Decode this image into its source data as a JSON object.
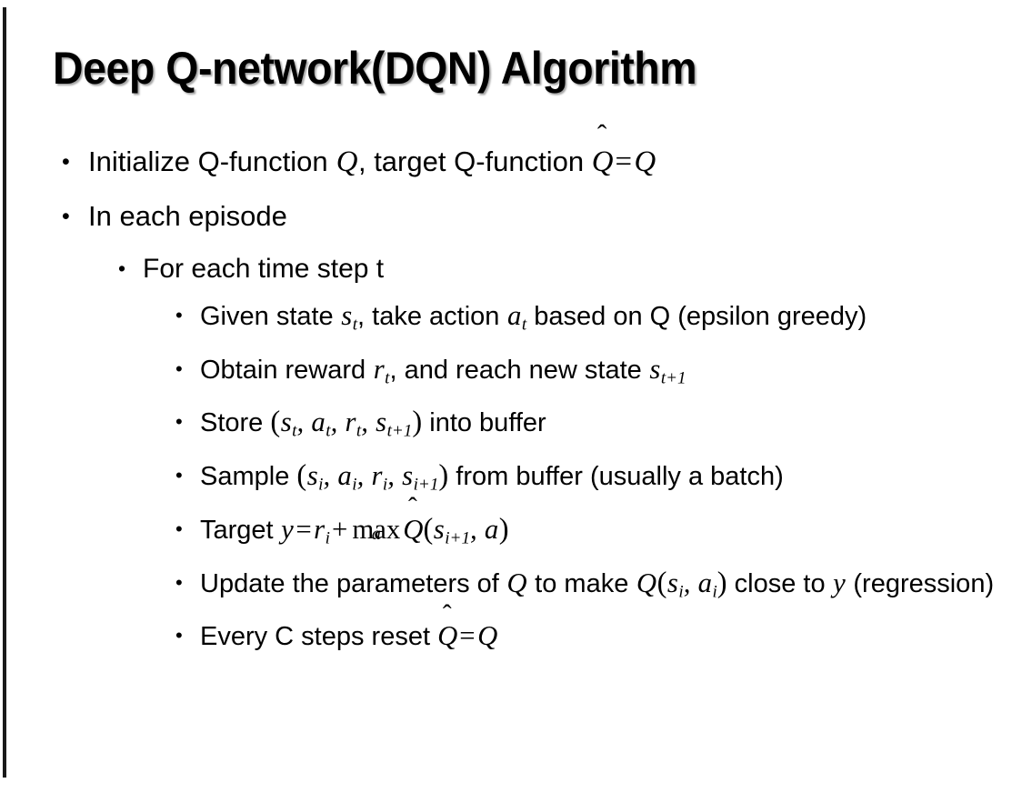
{
  "slide": {
    "title": "Deep Q-network(DQN) Algorithm",
    "bullet_glyph": "•",
    "text_color": "#000000",
    "background_color": "#ffffff",
    "accent_rule_color": "#1a1a1a"
  },
  "content": {
    "b1": {
      "level": 1,
      "plain": "Initialize Q-function Q, target Q-function Q̂ = Q",
      "t1": "Initialize Q-function ",
      "m1": "Q",
      "t2": ", target Q-function ",
      "m2": "Q",
      "hat": "̂",
      "op": "=",
      "m3": "Q"
    },
    "b2": {
      "level": 1,
      "plain": "In each episode",
      "t1": "In each episode"
    },
    "b3": {
      "level": 2,
      "plain": "For each time step t",
      "t1": "For each time step t"
    },
    "b4": {
      "level": 3,
      "plain": "Given state s_t, take action a_t based on Q (epsilon greedy)",
      "t1": "Given state ",
      "m1": "s",
      "s1": "t",
      "t2": ", take action ",
      "m2": "a",
      "s2": "t",
      "t3": " based on Q (epsilon greedy)"
    },
    "b5": {
      "level": 3,
      "plain": "Obtain reward r_t, and reach new state s_{t+1}",
      "t1": "Obtain reward ",
      "m1": "r",
      "s1": "t",
      "t2": ", and reach new state ",
      "m2": "s",
      "s2": "t+1"
    },
    "b6": {
      "level": 3,
      "plain": "Store (s_t, a_t, r_t, s_{t+1}) into buffer",
      "t1": "Store ",
      "lp": "(",
      "m1": "s",
      "s1": "t",
      "c1": ", ",
      "m2": "a",
      "s2": "t",
      "c2": ", ",
      "m3": "r",
      "s3": "t",
      "c3": ", ",
      "m4": "s",
      "s4": "t+1",
      "rp": ")",
      "t2": " into buffer"
    },
    "b7": {
      "level": 3,
      "plain": "Sample (s_i, a_i, r_i, s_{i+1}) from buffer (usually a batch)",
      "t1": "Sample ",
      "lp": "(",
      "m1": "s",
      "s1": "i",
      "c1": ", ",
      "m2": "a",
      "s2": "i",
      "c2": ", ",
      "m3": "r",
      "s3": "i",
      "c3": ", ",
      "m4": "s",
      "s4": "i+1",
      "rp": ")",
      "t2": " from buffer (usually a batch)"
    },
    "b8": {
      "level": 3,
      "plain": "Target y = r_i + max_a Q̂(s_{i+1}, a)",
      "t1": "Target ",
      "m1": "y",
      "op1": "=",
      "m2": "r",
      "s2": "i",
      "op2": "+",
      "maxlabel": "max",
      "maxunder": "a",
      "m3": "Q",
      "hat": "̂",
      "lp": "(",
      "m4": "s",
      "s4": "i+1",
      "c1": ", ",
      "m5": "a",
      "rp": ")"
    },
    "b9": {
      "level": 3,
      "plain": "Update the parameters of Q to make Q(s_i, a_i) close to y (regression)",
      "t1": "Update the parameters of ",
      "m1": "Q",
      "t2": " to make ",
      "m2": "Q",
      "lp": "(",
      "m3": "s",
      "s3": "i",
      "c1": ", ",
      "m4": "a",
      "s4": "i",
      "rp": ")",
      "t3": " close to ",
      "m5": "y",
      "t4": " (regression)"
    },
    "b10": {
      "level": 3,
      "plain": "Every C steps reset Q̂ = Q",
      "t1": "Every C steps reset ",
      "m1": "Q",
      "hat": "̂",
      "op": "=",
      "m2": "Q"
    }
  }
}
